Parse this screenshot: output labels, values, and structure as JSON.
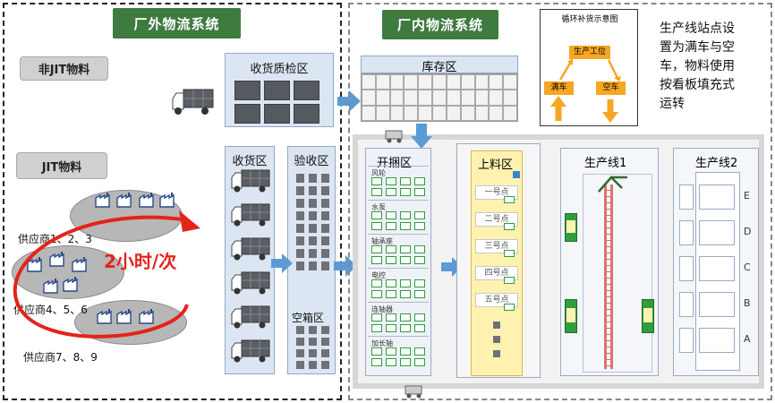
{
  "outer_title": "厂外物流系统",
  "inner_title": "厂内物流系统",
  "non_jit_label": "非JIT物料",
  "jit_label": "JIT物料",
  "receiving_qc_label": "收货质检区",
  "inventory_label": "库存区",
  "receiving_label": "收货区",
  "inspection_label": "验收区",
  "empty_box_label": "空箱区",
  "unpacking_label": "开捆区",
  "unpacking_items": [
    "风轮",
    "水泵",
    "轴承座",
    "电控",
    "连轴器",
    "加长轴"
  ],
  "feeding_label": "上料区",
  "feeding_slots": [
    "一号点",
    "二号点",
    "三号点",
    "四号点",
    "五号点"
  ],
  "line1_label": "生产线1",
  "line2_label": "生产线2",
  "line2_stations": [
    "E",
    "D",
    "C",
    "B",
    "A"
  ],
  "suppliers": [
    "供应商1、2、3",
    "供应商4、5、6",
    "供应商7、8、9"
  ],
  "cycle_text": "2小时/次",
  "legend": {
    "title": "循环补货示意图",
    "workstation": "生产工位",
    "full_cart": "满车",
    "empty_cart": "空车"
  },
  "side_note": [
    "生产线站点设",
    "置为满车与空",
    "车，物料使用",
    "按看板填充式",
    "运转"
  ],
  "colors": {
    "title_green": "#3f7a3f",
    "arrow_blue": "#5b9bd5",
    "cycle_red": "#e3241b",
    "legend_orange": "#f5a623",
    "feeding_yellow": "#fff2b0"
  }
}
